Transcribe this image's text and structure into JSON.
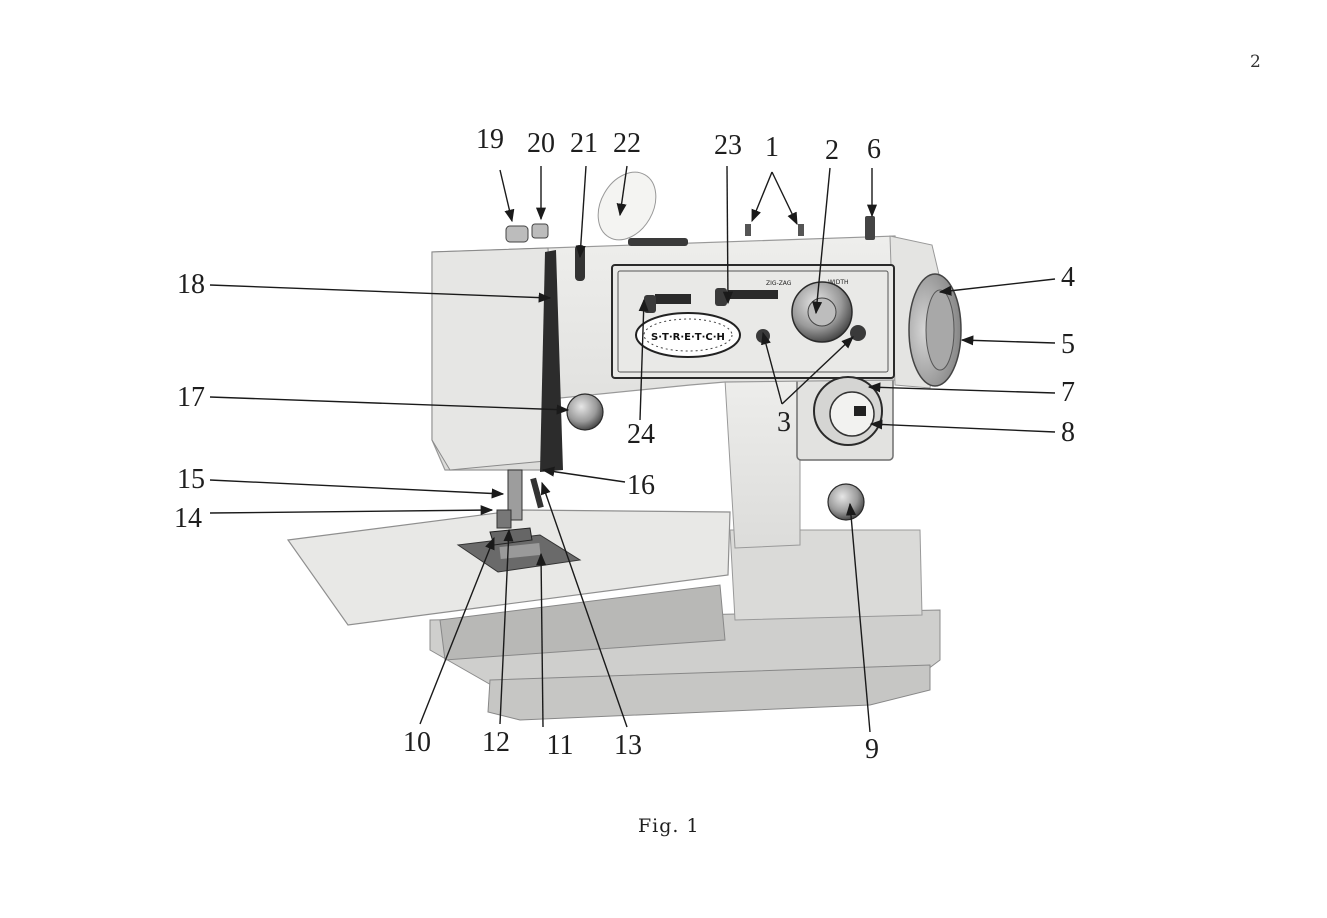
{
  "page": {
    "number": "2"
  },
  "figure": {
    "caption": "Fig. 1",
    "panel_text": {
      "brand": "S·T·R·E·T·C·H",
      "zigzag": "ZIG-ZAG",
      "width": "WIDTH"
    },
    "callouts": {
      "c1": "1",
      "c2": "2",
      "c3": "3",
      "c4": "4",
      "c5": "5",
      "c6": "6",
      "c7": "7",
      "c8": "8",
      "c9": "9",
      "c10": "10",
      "c11": "11",
      "c12": "12",
      "c13": "13",
      "c14": "14",
      "c15": "15",
      "c16": "16",
      "c17": "17",
      "c18": "18",
      "c19": "19",
      "c20": "20",
      "c21": "21",
      "c22": "22",
      "c23": "23",
      "c24": "24"
    }
  }
}
